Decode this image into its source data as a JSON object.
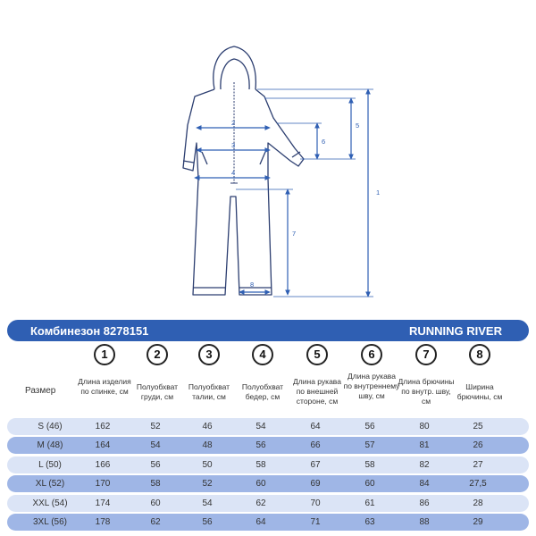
{
  "header": {
    "title": "Комбинезон 8278151",
    "brand": "RUNNING RIVER"
  },
  "diagram": {
    "labels": [
      "1",
      "2",
      "3",
      "4",
      "5",
      "6",
      "7",
      "8"
    ]
  },
  "table": {
    "size_header": "Размер",
    "columns": [
      {
        "num": "1",
        "label": "Длина изделия по спинке, см"
      },
      {
        "num": "2",
        "label": "Полуобхват груди, см"
      },
      {
        "num": "3",
        "label": "Полуобхват талии, см"
      },
      {
        "num": "4",
        "label": "Полуобхват бедер, см"
      },
      {
        "num": "5",
        "label": "Длина рукава по внешней стороне, см"
      },
      {
        "num": "6",
        "label": "Длина рукава по внутреннему шву, см"
      },
      {
        "num": "7",
        "label": "Длина брючины по внутр. шву, см"
      },
      {
        "num": "8",
        "label": "Ширина брючины, см"
      }
    ],
    "rows": [
      {
        "size": "S (46)",
        "values": [
          "162",
          "52",
          "46",
          "54",
          "64",
          "56",
          "80",
          "25"
        ]
      },
      {
        "size": "M (48)",
        "values": [
          "164",
          "54",
          "48",
          "56",
          "66",
          "57",
          "81",
          "26"
        ]
      },
      {
        "size": "L (50)",
        "values": [
          "166",
          "56",
          "50",
          "58",
          "67",
          "58",
          "82",
          "27"
        ]
      },
      {
        "size": "XL (52)",
        "values": [
          "170",
          "58",
          "52",
          "60",
          "69",
          "60",
          "84",
          "27,5"
        ]
      },
      {
        "size": "XXL (54)",
        "values": [
          "174",
          "60",
          "54",
          "62",
          "70",
          "61",
          "86",
          "28"
        ]
      },
      {
        "size": "3XL (56)",
        "values": [
          "178",
          "62",
          "56",
          "64",
          "71",
          "63",
          "88",
          "29"
        ]
      }
    ]
  },
  "colors": {
    "accent": "#2f5fb3",
    "row_light": "#dbe4f6",
    "row_dark": "#9fb6e6",
    "outline": "#2c3e70"
  }
}
